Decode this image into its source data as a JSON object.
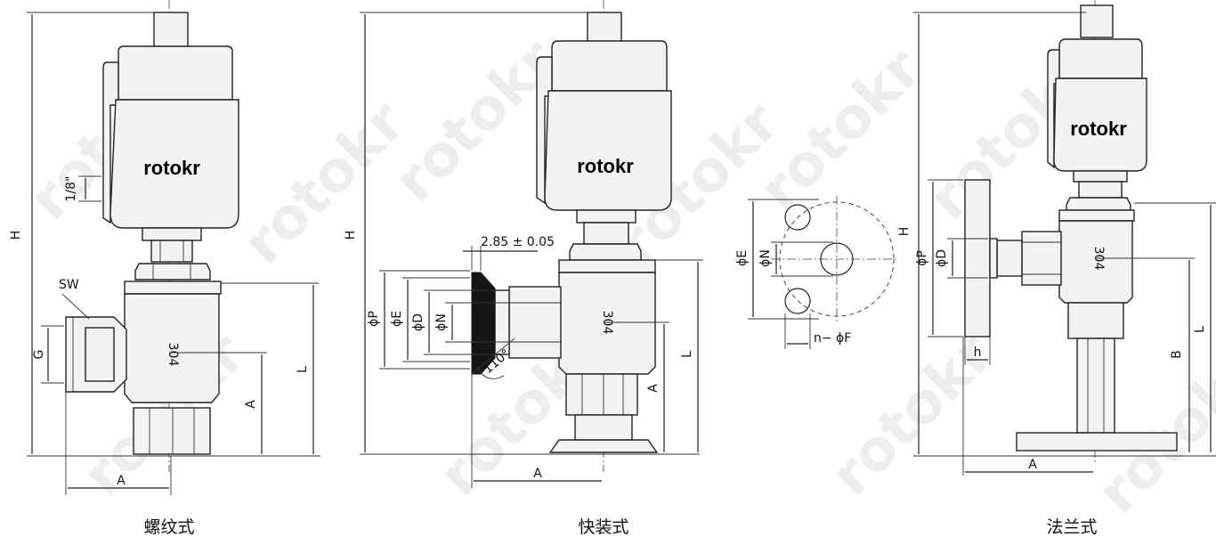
{
  "watermark": "rotokr",
  "views": [
    {
      "id": "threaded",
      "caption": "螺纹式",
      "brand": "rotokr",
      "labels": {
        "H": "H",
        "L": "L",
        "A_vertical": "A",
        "A_horizontal": "A",
        "SW": "SW",
        "G": "G",
        "port": "1/8\"",
        "material": "304"
      }
    },
    {
      "id": "clamp",
      "caption": "快装式",
      "brand": "rotokr",
      "labels": {
        "H": "H",
        "L": "L",
        "A_vertical": "A",
        "A_horizontal": "A",
        "P": "ϕP",
        "E": "ϕE",
        "D": "ϕD",
        "N": "ϕN",
        "thickness": "2.85  ± 0.05",
        "angle": "110°",
        "material": "304"
      }
    },
    {
      "id": "flange",
      "caption": "法兰式",
      "brand": "rotokr",
      "labels": {
        "H": "H",
        "L": "L",
        "B": "B",
        "A_horizontal": "A",
        "P": "ϕP",
        "D": "ϕD",
        "h": "h",
        "material": "304"
      },
      "flange_face": {
        "E": "ϕE",
        "N": "ϕN",
        "holes": "n− ϕF"
      }
    }
  ]
}
